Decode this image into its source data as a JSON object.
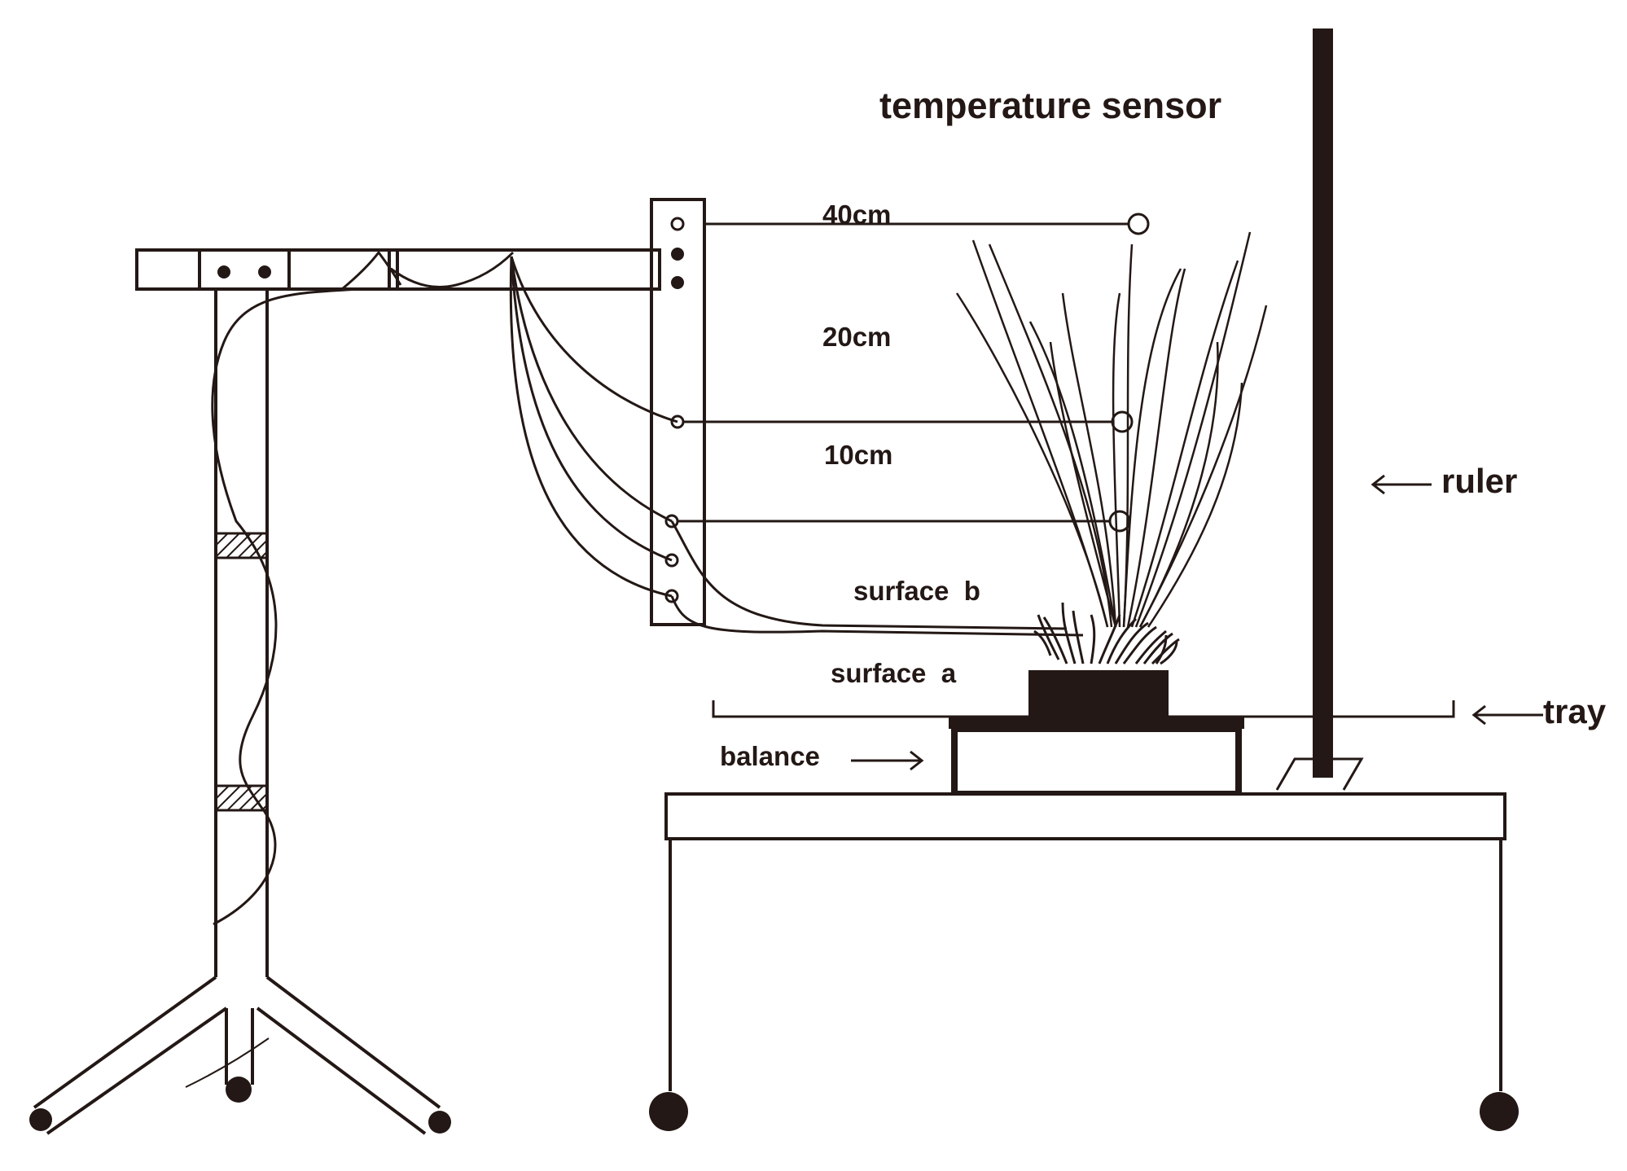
{
  "diagram": {
    "colors": {
      "ink": "#231815",
      "background": "#ffffff"
    },
    "labels": {
      "temperature_sensor": "temperature sensor",
      "h40": "40cm",
      "h20": "20cm",
      "h10": "10cm",
      "surface_b": "surface  b",
      "surface_a": "surface  a",
      "balance": "balance",
      "ruler": "ruler",
      "tray": "tray"
    }
  }
}
